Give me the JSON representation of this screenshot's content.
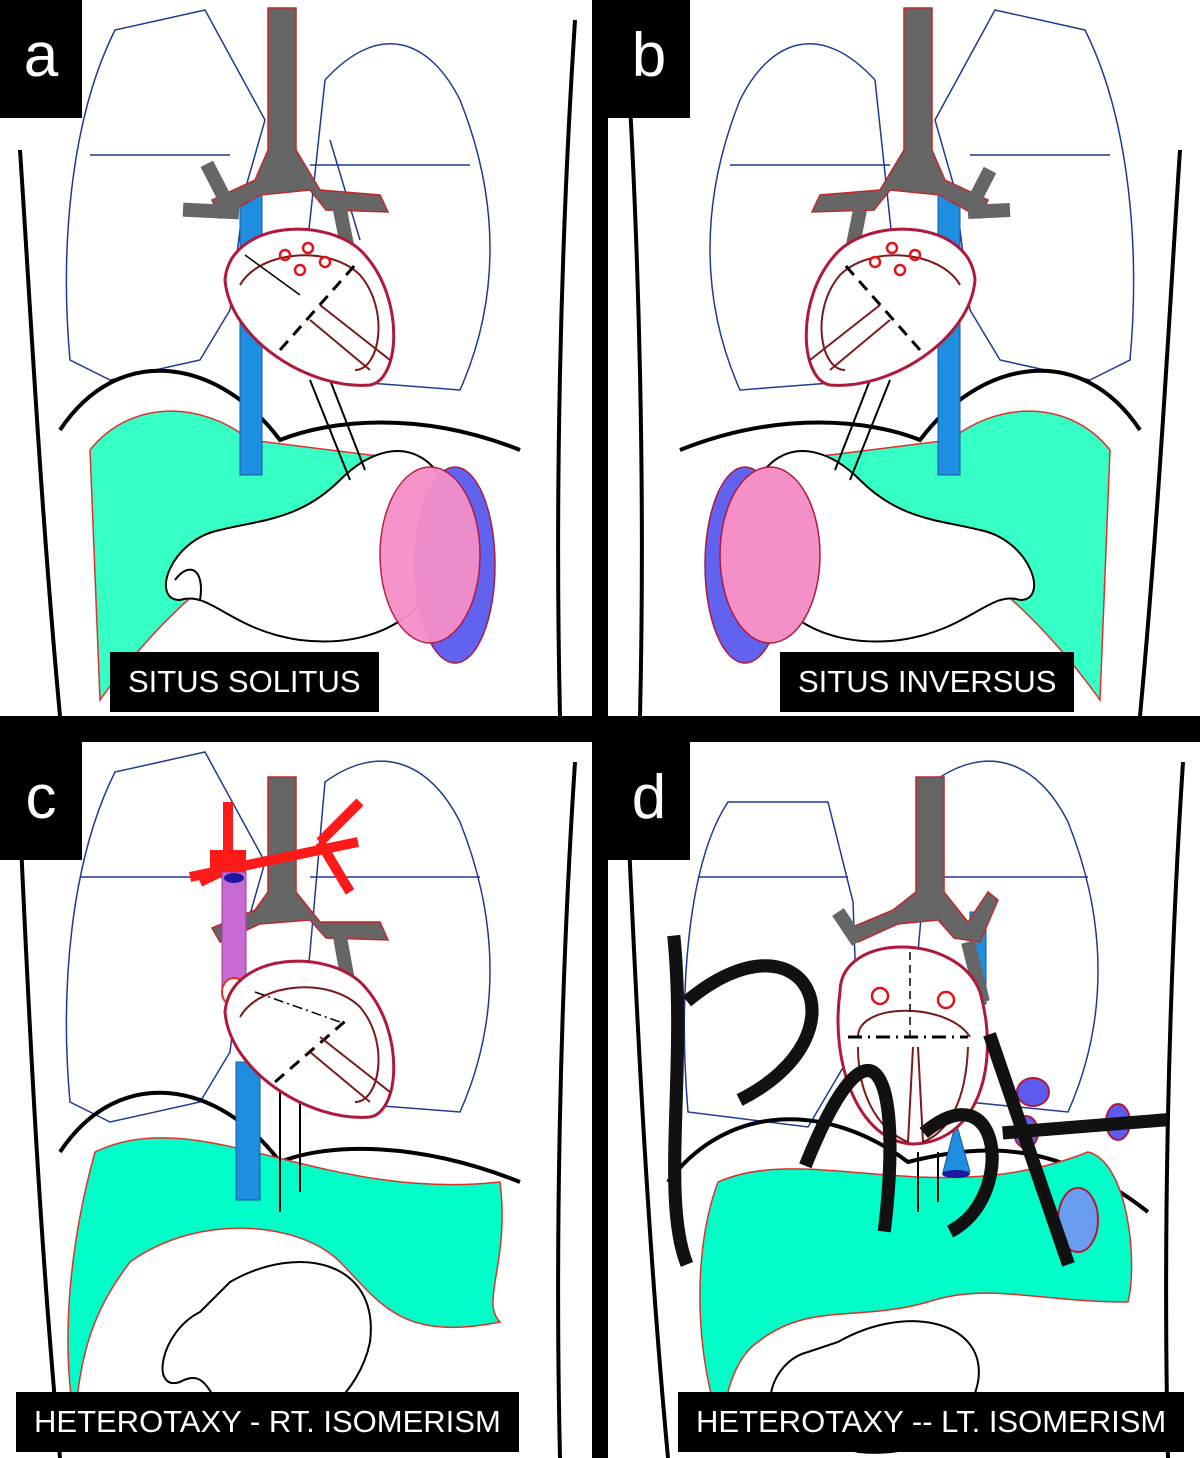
{
  "panels": [
    {
      "letter": "a",
      "caption": "SITUS SOLITUS"
    },
    {
      "letter": "b",
      "caption": "SITUS INVERSUS"
    },
    {
      "letter": "c",
      "caption": "HETEROTAXY   -  RT. ISOMERISM"
    },
    {
      "letter": "d",
      "caption": "HETEROTAXY  -- LT.  ISOMERISM"
    }
  ],
  "colors": {
    "lung_outline": "#1f3a93",
    "trachea": "#666666",
    "heart_outline": "#b0193a",
    "ventricle_outline": "#7a1a1a",
    "ivc": "#1e8ee0",
    "liver": "#36ffc6",
    "liver_outline": "#e0302a",
    "spleen_front": "#f58fc8",
    "spleen_back": "#6262f0",
    "right_isomerism_vessel": "#ff1a1a",
    "svc_purple": "#c86ad1",
    "polysplenia": "#5c5cf0"
  },
  "signature": {
    "icon": "handwritten-signature"
  }
}
